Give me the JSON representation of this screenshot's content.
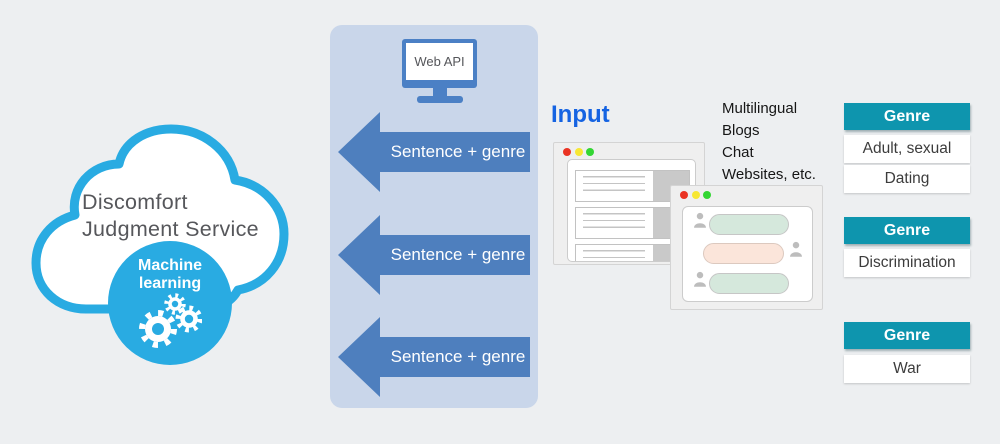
{
  "cloud": {
    "title_line1": "Discomfort",
    "title_line2": "Judgment Service",
    "badge_line1": "Machine",
    "badge_line2": "learning"
  },
  "api_panel": {
    "monitor_label": "Web API",
    "arrow_labels": [
      "Sentence + genre",
      "Sentence + genre",
      "Sentence + genre"
    ]
  },
  "input_section": {
    "label": "Input",
    "sources": [
      "Multilingual",
      "Blogs",
      "Chat",
      "Websites, etc."
    ]
  },
  "genre_groups": [
    {
      "header": "Genre",
      "items": [
        "Adult, sexual",
        "Dating"
      ]
    },
    {
      "header": "Genre",
      "items": [
        "Discrimination"
      ]
    },
    {
      "header": "Genre",
      "items": [
        "War"
      ]
    }
  ],
  "colors": {
    "background": "#EDEFF1",
    "cloud_accent": "#29ABE2",
    "arrow_blue": "#4E7FBE",
    "panel_blue": "#C9D6EA",
    "genre_teal": "#0E95AE",
    "input_blue": "#1563E2"
  }
}
